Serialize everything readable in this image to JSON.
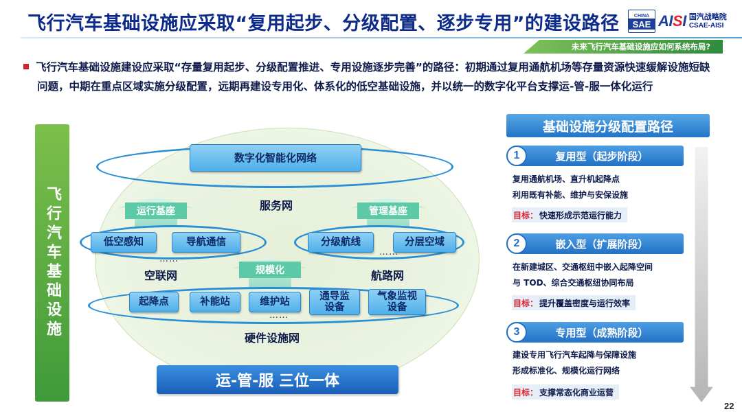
{
  "header": {
    "title": "飞行汽车基础设施应采取“复用起步、分级配置、逐步专用”的建设路径",
    "logo_box_top": "CHINA",
    "logo_box_bottom": "SAE",
    "logo_aisi": "AISI",
    "logo_cn": "国汽战略院",
    "logo_en": "CSAE-AISI",
    "banner": "未来飞行汽车基础设施应如何系统布局?"
  },
  "intro": {
    "text": "飞行汽车基础设施建设应采取“存量复用起步、分级配置推进、专用设施逐步完善”的路径：初期通过复用通航机场等存量资源快速缓解设施短缺问题，中期在重点区域实施分级配置，远期再建设专用化、体系化的低空基础设施，并以统一的数字化平台支撑运-管-服一体化运行"
  },
  "left_bar": "飞行汽车基础设施",
  "diagram": {
    "top_pill": "数字化智能化网络",
    "service_net": "服务网",
    "arrow_left": "运行基座",
    "arrow_right": "管理基座",
    "arrow_mid": "规模化",
    "air_items": [
      "低空感知",
      "导航通信"
    ],
    "air_net": "空联网",
    "route_items": [
      "分级航线",
      "分层空域"
    ],
    "route_net": "航路网",
    "hw_items": [
      "起降点",
      "补能站",
      "维护站",
      "通导监设备",
      "气象监视设备"
    ],
    "hw_items_display": [
      "起降点",
      "补能站",
      "维护站",
      "通导监\n设备",
      "气象监视\n设备"
    ],
    "hw_net": "硬件设施网",
    "dots": "……",
    "bottom": "运-管-服 三位一体"
  },
  "panel": {
    "title": "基础设施分级配置路径",
    "stages": [
      {
        "num": "1",
        "head": "复用型（起步阶段）",
        "lines": [
          "复用通航机场、直升机起降点",
          "利用既有补能、维护与安保设施"
        ],
        "goal_label": "目标：",
        "goal": "快速形成示范运行能力"
      },
      {
        "num": "2",
        "head": "嵌入型（扩展阶段）",
        "lines": [
          "在新建城区、交通枢纽中嵌入起降空间",
          "与 TOD、综合交通枢纽协同布局"
        ],
        "goal_label": "目标：",
        "goal": "提升覆盖密度与运行效率"
      },
      {
        "num": "3",
        "head": "专用型（成熟阶段）",
        "lines": [
          "建设专用飞行汽车起降与保障设施",
          "形成标准化、规模化运行网络"
        ],
        "goal_label": "目标：",
        "goal": "支撑常态化商业运营"
      }
    ]
  },
  "page_number": "22",
  "colors": {
    "title": "#0c2a8a",
    "accent_blue": "#2474c8",
    "green": "#3f9a3a",
    "bullet_red": "#d0252b"
  }
}
